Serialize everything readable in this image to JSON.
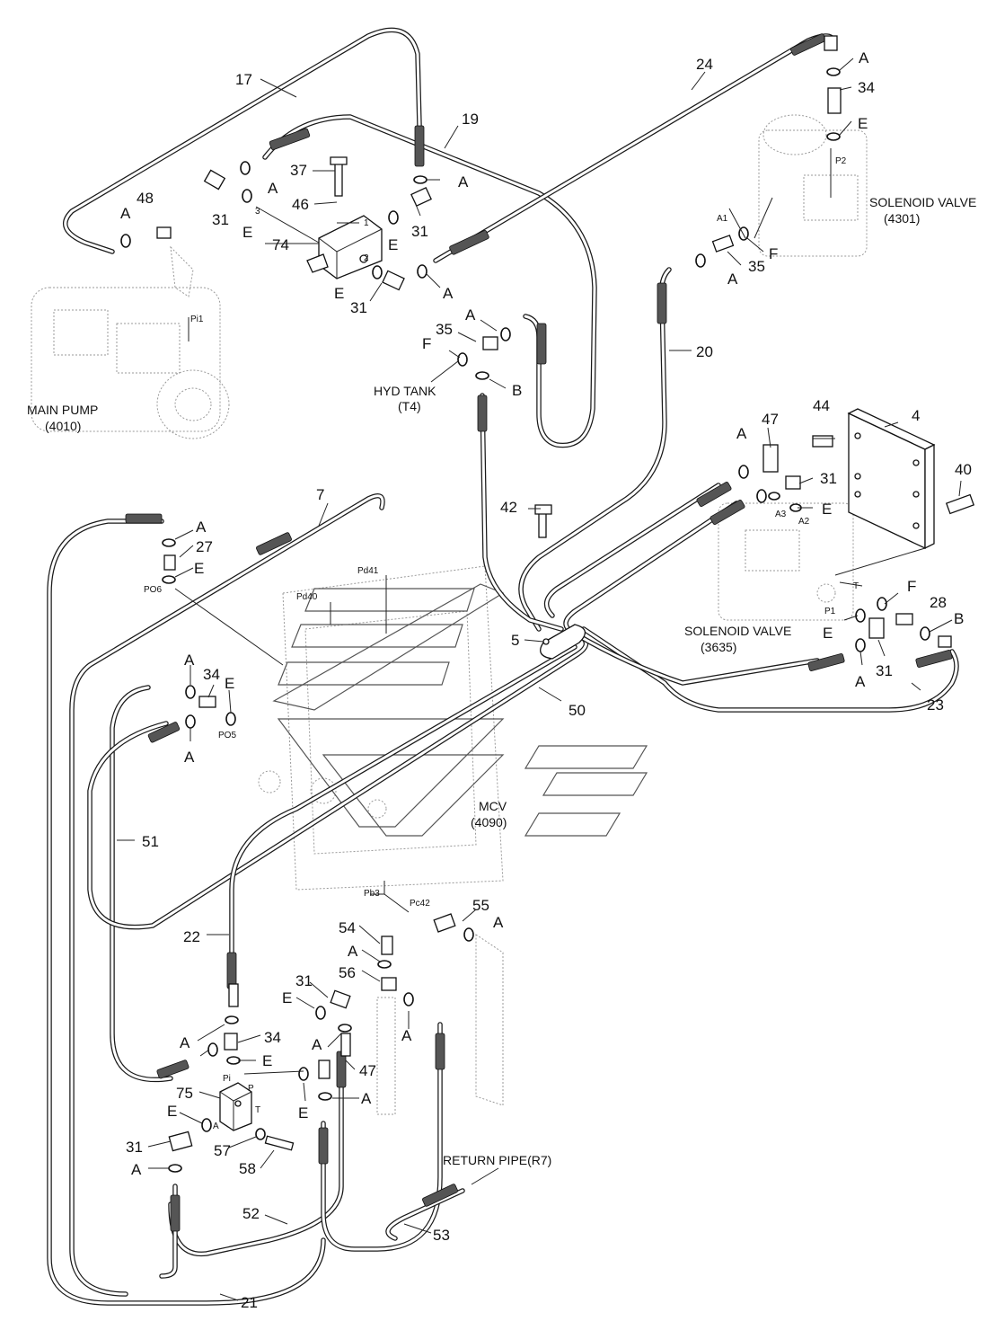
{
  "diagram": {
    "part_numbers": {
      "p4": "4",
      "p5": "5",
      "p7": "7",
      "p17": "17",
      "p19": "19",
      "p20": "20",
      "p21": "21",
      "p22": "22",
      "p23": "23",
      "p24": "24",
      "p27": "27",
      "p28": "28",
      "p31a": "31",
      "p31b": "31",
      "p31c": "31",
      "p31d": "31",
      "p31e": "31",
      "p31f": "31",
      "p31g": "31",
      "p34a": "34",
      "p34b": "34",
      "p34c": "34",
      "p35a": "35",
      "p35b": "35",
      "p37": "37",
      "p40": "40",
      "p42": "42",
      "p44": "44",
      "p46": "46",
      "p47a": "47",
      "p47b": "47",
      "p48": "48",
      "p50": "50",
      "p51": "51",
      "p52": "52",
      "p53": "53",
      "p54": "54",
      "p55": "55",
      "p56": "56",
      "p57": "57",
      "p58": "58",
      "p74": "74",
      "p75": "75"
    },
    "seal_letters": {
      "a": "A",
      "b": "B",
      "e": "E",
      "f": "F"
    },
    "port_labels": {
      "pi1": "Pi1",
      "p2": "P2",
      "a1": "A1",
      "a2": "A2",
      "a3": "A3",
      "t": "T",
      "p1": "P1",
      "po6": "PO6",
      "po5": "PO5",
      "pd40": "Pd40",
      "pd41": "Pd41",
      "pb3": "Pb3",
      "pc42": "Pc42",
      "pi": "Pi",
      "p": "P",
      "t2": "T",
      "a": "A",
      "blk1": "1",
      "blk2": "2",
      "blk3": "3"
    },
    "components": {
      "main_pump": "MAIN PUMP",
      "main_pump_code": "(4010)",
      "solenoid_valve_1": "SOLENOID VALVE",
      "solenoid_valve_1_code": "(4301)",
      "solenoid_valve_2": "SOLENOID VALVE",
      "solenoid_valve_2_code": "(3635)",
      "hyd_tank": "HYD TANK",
      "hyd_tank_code": "(T4)",
      "mcv": "MCV",
      "mcv_code": "(4090)",
      "return_pipe": "RETURN PIPE(R7)"
    }
  }
}
